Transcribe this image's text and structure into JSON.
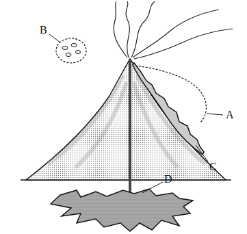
{
  "diagram": {
    "labels": [
      "B",
      "A",
      "C",
      "D"
    ]
  }
}
